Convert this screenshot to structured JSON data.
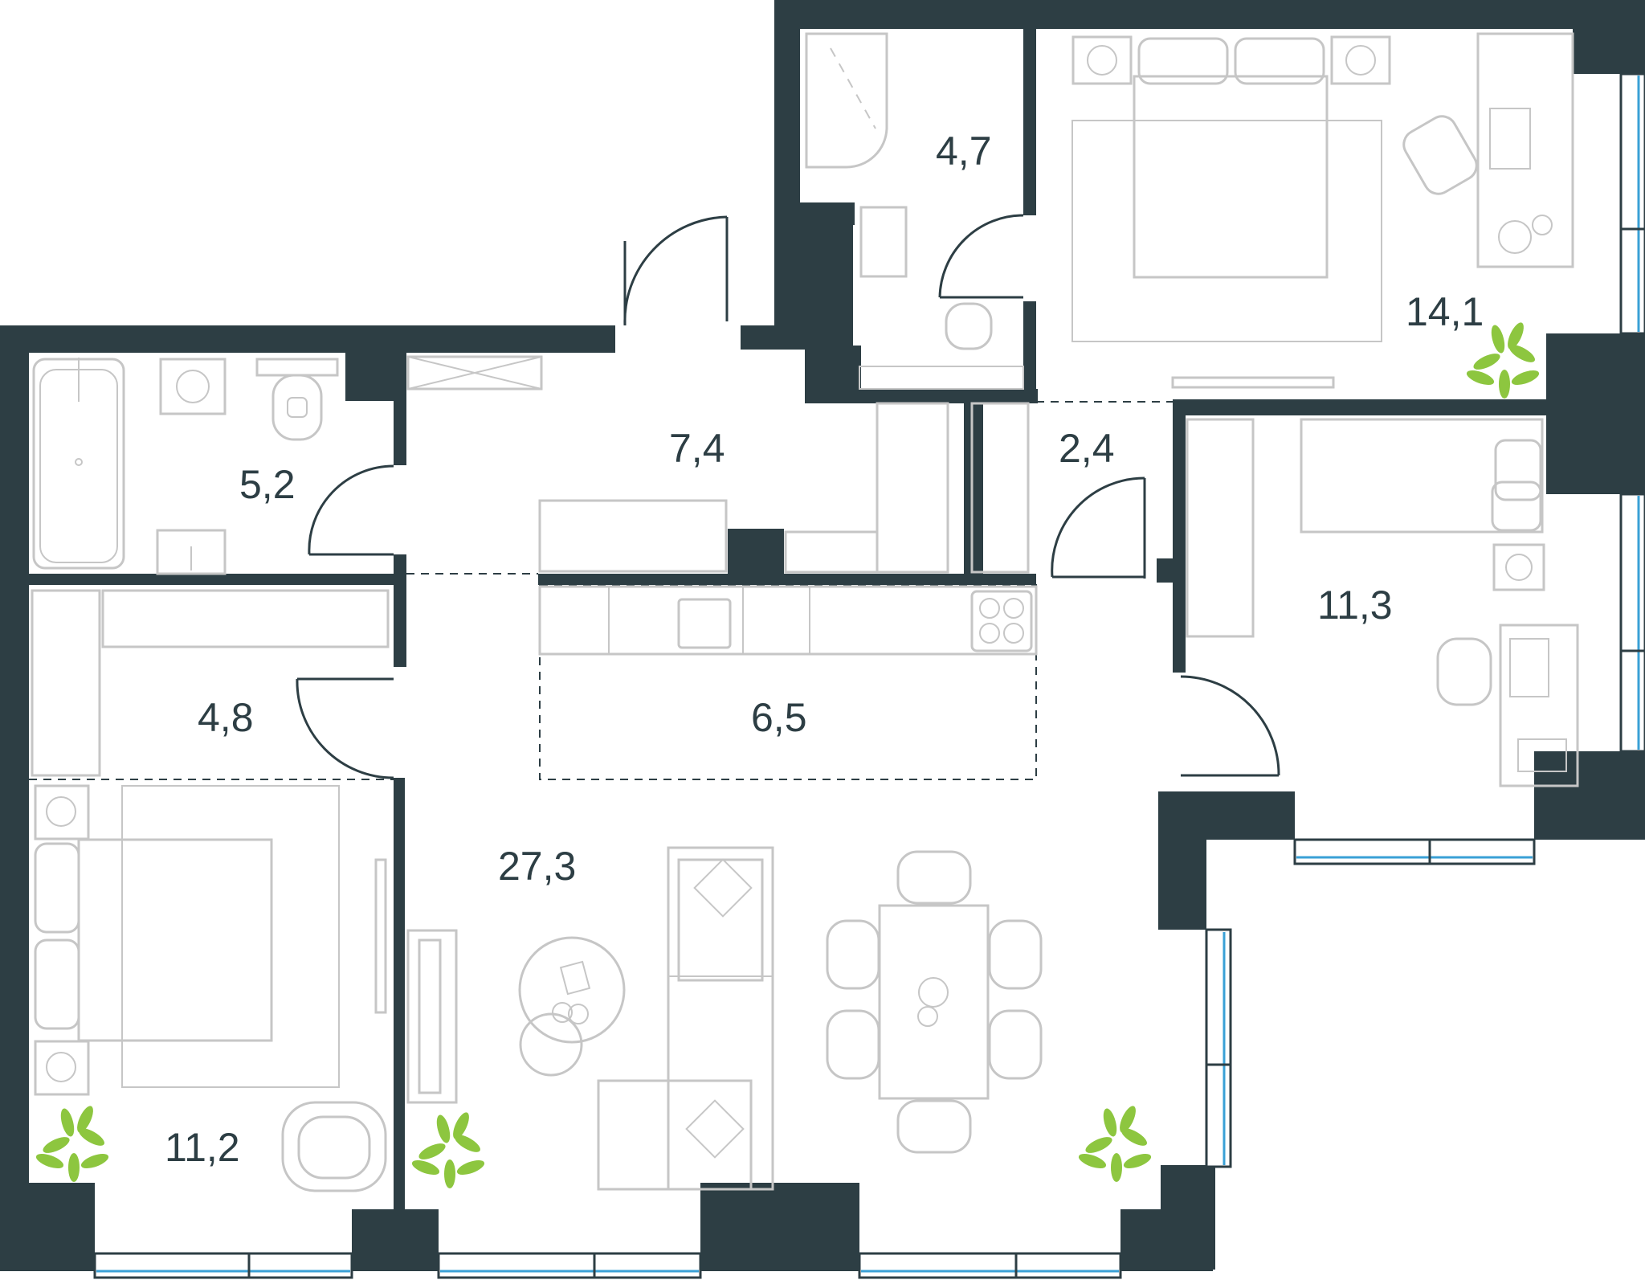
{
  "colors": {
    "wall": "#2d3e44",
    "furniture": "#c6c6c6",
    "text": "#2d3e44",
    "window": "#3aa0d6",
    "plant": "#8dc63f",
    "plant_dark": "#5e8f24"
  },
  "rooms": {
    "shower_room": "4,7",
    "bedroom_top": "14,1",
    "bathroom": "5,2",
    "hall": "7,4",
    "corridor": "2,4",
    "bedroom_right": "11,3",
    "wardrobe": "4,8",
    "kitchen": "6,5",
    "living_room": "27,3",
    "bedroom_left": "11,2"
  }
}
